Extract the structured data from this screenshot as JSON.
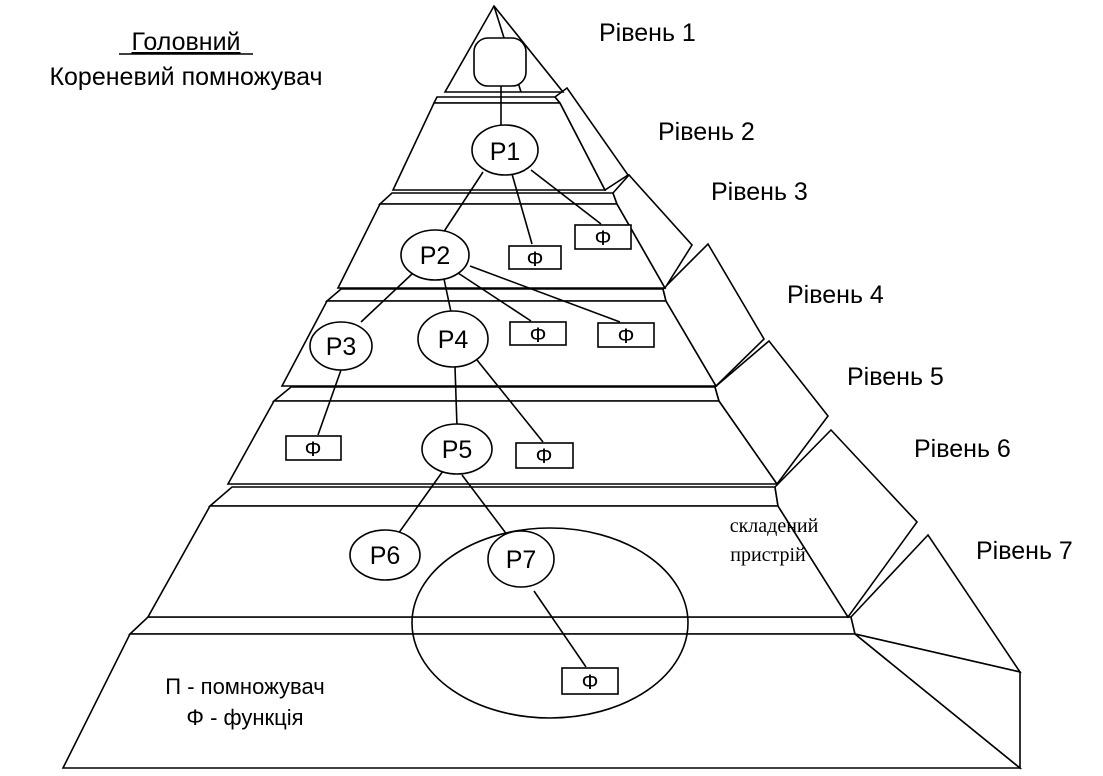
{
  "header": {
    "title": "Головний",
    "subtitle": "Кореневий помножувач"
  },
  "levels": [
    "Рівень 1",
    "Рівень 2",
    "Рівень 3",
    "Рівень 4",
    "Рівень 5",
    "Рівень 6",
    "Рівень 7"
  ],
  "nodes": {
    "p1": "P1",
    "p2": "P2",
    "p3": "P3",
    "p4": "P4",
    "p5": "P5",
    "p6": "P6",
    "p7": "P7"
  },
  "function_symbol": "Φ",
  "composite_label": [
    "складений",
    "пристрій"
  ],
  "legend": {
    "multiplier": "П - помножувач",
    "function": "Φ - функція"
  }
}
